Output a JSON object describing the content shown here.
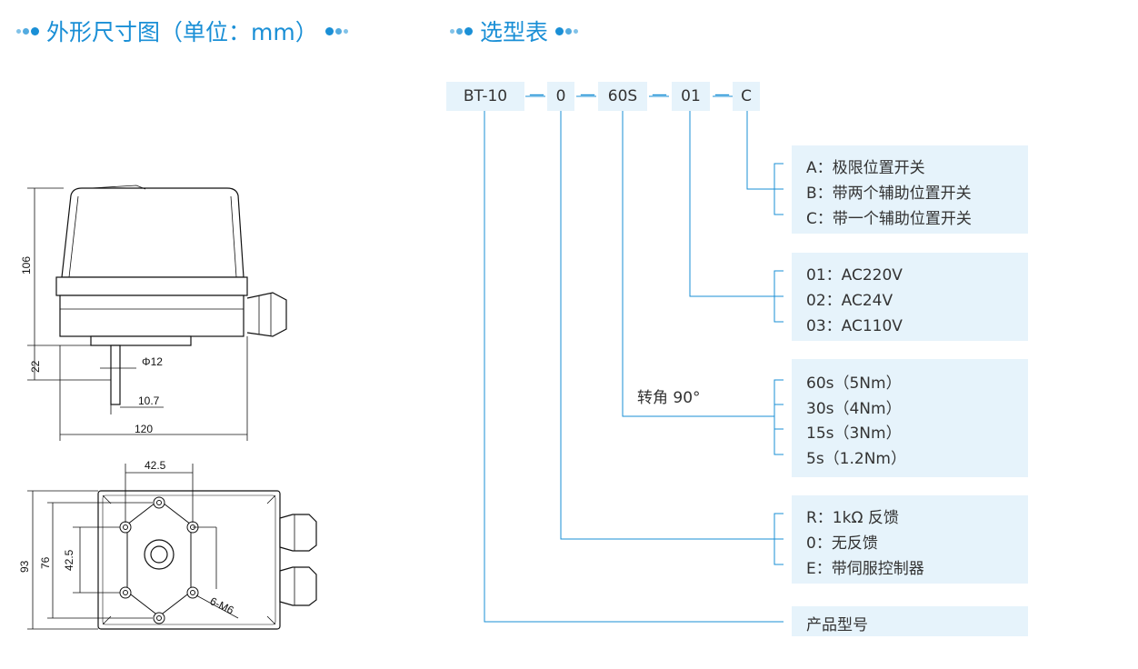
{
  "headers": {
    "dimensions_title": "外形尺寸图（单位：mm）",
    "selection_title": "选型表"
  },
  "code_segments": [
    "BT-10",
    "0",
    "60S",
    "01",
    "C"
  ],
  "separator": "—",
  "option_groups": {
    "switch_type": [
      "A：极限位置开关",
      "B：带两个辅助位置开关",
      "C：带一个辅助位置开关"
    ],
    "voltage": [
      "01：AC220V",
      "02：AC24V",
      "03：AC110V"
    ],
    "speed": [
      "60s（5Nm）",
      "30s（4Nm）",
      "15s（3Nm）",
      "5s（1.2Nm）"
    ],
    "feedback": [
      "R：1kΩ 反馈",
      "0：无反馈",
      "E：带伺服控制器"
    ],
    "model": [
      "产品型号"
    ]
  },
  "rotation_label": "转角 90°",
  "dimension_labels": {
    "height_total": "106",
    "shaft_length": "22",
    "shaft_diameter": "Φ12",
    "shaft_flat": "10.7",
    "width": "120",
    "bolt_spacing_h": "42.5",
    "bolt_spacing_v": "42.5",
    "base_height": "93",
    "inner_height": "76",
    "bolt_label": "6-M6"
  },
  "colors": {
    "accent": "#1a8fd6",
    "box_fill": "#e6f3fb",
    "line": "#1a8fd6"
  }
}
